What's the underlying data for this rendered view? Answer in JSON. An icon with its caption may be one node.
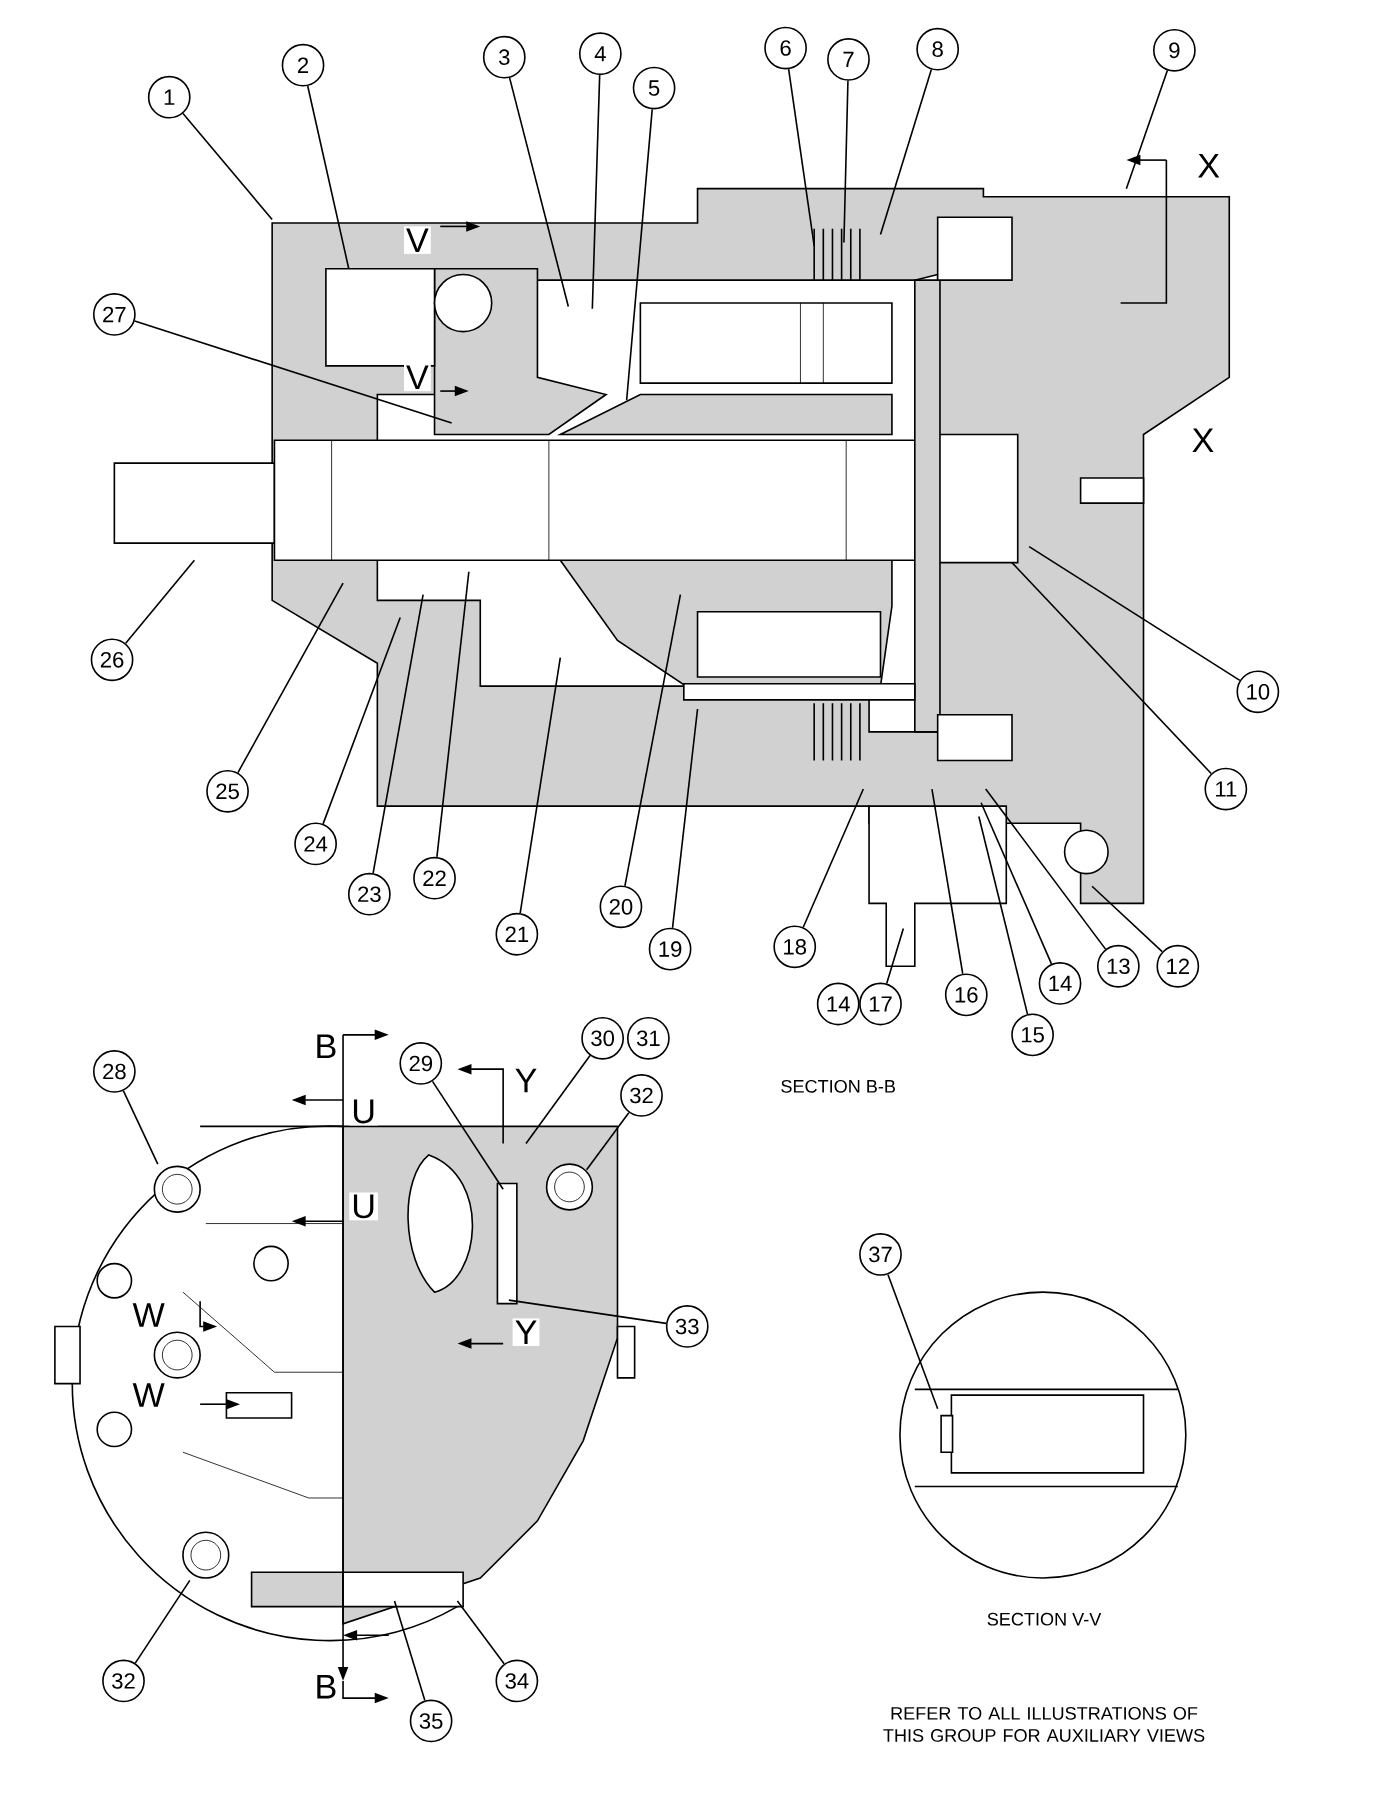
{
  "diagram": {
    "nodes": [
      {
        "text": [
          "1"
        ]
      },
      {
        "text": [
          "2"
        ]
      },
      {
        "text": [
          "3"
        ]
      },
      {
        "text": [
          "4"
        ]
      },
      {
        "text": [
          "5"
        ]
      },
      {
        "text": [
          "6"
        ]
      },
      {
        "text": [
          "7"
        ]
      },
      {
        "text": [
          "8"
        ]
      },
      {
        "text": [
          "9"
        ]
      },
      {
        "text": [
          "10"
        ]
      },
      {
        "text": [
          "11"
        ]
      },
      {
        "text": [
          "12"
        ]
      },
      {
        "text": [
          "13"
        ]
      },
      {
        "text": [
          "14"
        ]
      },
      {
        "text": [
          "15"
        ]
      },
      {
        "text": [
          "16"
        ]
      },
      {
        "text": [
          "14"
        ]
      },
      {
        "text": [
          "17"
        ]
      },
      {
        "text": [
          "18"
        ]
      },
      {
        "text": [
          "19"
        ]
      },
      {
        "text": [
          "20"
        ]
      },
      {
        "text": [
          "21"
        ]
      },
      {
        "text": [
          "22"
        ]
      },
      {
        "text": [
          "23"
        ]
      },
      {
        "text": [
          "24"
        ]
      },
      {
        "text": [
          "25"
        ]
      },
      {
        "text": [
          "26"
        ]
      },
      {
        "text": [
          "27"
        ]
      },
      {
        "text": [
          "28"
        ]
      },
      {
        "text": [
          "29"
        ]
      },
      {
        "text": [
          "30"
        ]
      },
      {
        "text": [
          "31"
        ]
      },
      {
        "text": [
          "32"
        ]
      },
      {
        "text": [
          "33"
        ]
      },
      {
        "text": [
          "32"
        ]
      },
      {
        "text": [
          "34"
        ]
      },
      {
        "text": [
          "35"
        ]
      },
      {
        "text": [
          "37"
        ]
      }
    ],
    "edges": [
      {
        "from": 0,
        "to": null,
        "arrow": "none"
      },
      {
        "from": 1,
        "to": null,
        "arrow": "none"
      },
      {
        "from": 2,
        "to": null,
        "arrow": "none"
      },
      {
        "from": 3,
        "to": null,
        "arrow": "none"
      },
      {
        "from": 4,
        "to": null,
        "arrow": "none"
      },
      {
        "from": 5,
        "to": null,
        "arrow": "none"
      },
      {
        "from": 6,
        "to": null,
        "arrow": "none"
      },
      {
        "from": 7,
        "to": null,
        "arrow": "none"
      },
      {
        "from": 8,
        "to": null,
        "arrow": "none"
      },
      {
        "from": 9,
        "to": null,
        "arrow": "none"
      },
      {
        "from": 10,
        "to": null,
        "arrow": "none"
      },
      {
        "from": 11,
        "to": null,
        "arrow": "none"
      },
      {
        "from": 12,
        "to": null,
        "arrow": "none"
      },
      {
        "from": 13,
        "to": null,
        "arrow": "none"
      },
      {
        "from": 14,
        "to": null,
        "arrow": "none"
      },
      {
        "from": 15,
        "to": null,
        "arrow": "none"
      },
      {
        "from": 17,
        "to": null,
        "arrow": "none"
      },
      {
        "from": 18,
        "to": null,
        "arrow": "none"
      },
      {
        "from": 19,
        "to": null,
        "arrow": "none"
      },
      {
        "from": 20,
        "to": null,
        "arrow": "none"
      },
      {
        "from": 21,
        "to": null,
        "arrow": "none"
      },
      {
        "from": 22,
        "to": null,
        "arrow": "none"
      },
      {
        "from": 23,
        "to": null,
        "arrow": "none"
      },
      {
        "from": 24,
        "to": null,
        "arrow": "none"
      },
      {
        "from": 25,
        "to": null,
        "arrow": "none"
      },
      {
        "from": 26,
        "to": null,
        "arrow": "none"
      },
      {
        "from": 27,
        "to": null,
        "arrow": "none"
      },
      {
        "from": 28,
        "to": null,
        "arrow": "none"
      },
      {
        "from": 29,
        "to": null,
        "arrow": "none"
      },
      {
        "from": 30,
        "to": null,
        "arrow": "none"
      },
      {
        "from": 32,
        "to": null,
        "arrow": "none"
      },
      {
        "from": 33,
        "to": null,
        "arrow": "none"
      },
      {
        "from": 34,
        "to": null,
        "arrow": "none"
      },
      {
        "from": 35,
        "to": null,
        "arrow": "none"
      },
      {
        "from": 36,
        "to": null,
        "arrow": "none"
      },
      {
        "from": 37,
        "to": null,
        "arrow": "none"
      }
    ],
    "labels": [
      "X",
      "V",
      "V",
      "X",
      "B",
      "SECTION B-B",
      "Y",
      "U",
      "U",
      "W",
      "Y",
      "W",
      "SECTION V-V",
      "B",
      "REFER TO ALL ILLUSTRATIONS OF THIS GROUP FOR AUXILIARY VIEWS"
    ]
  }
}
